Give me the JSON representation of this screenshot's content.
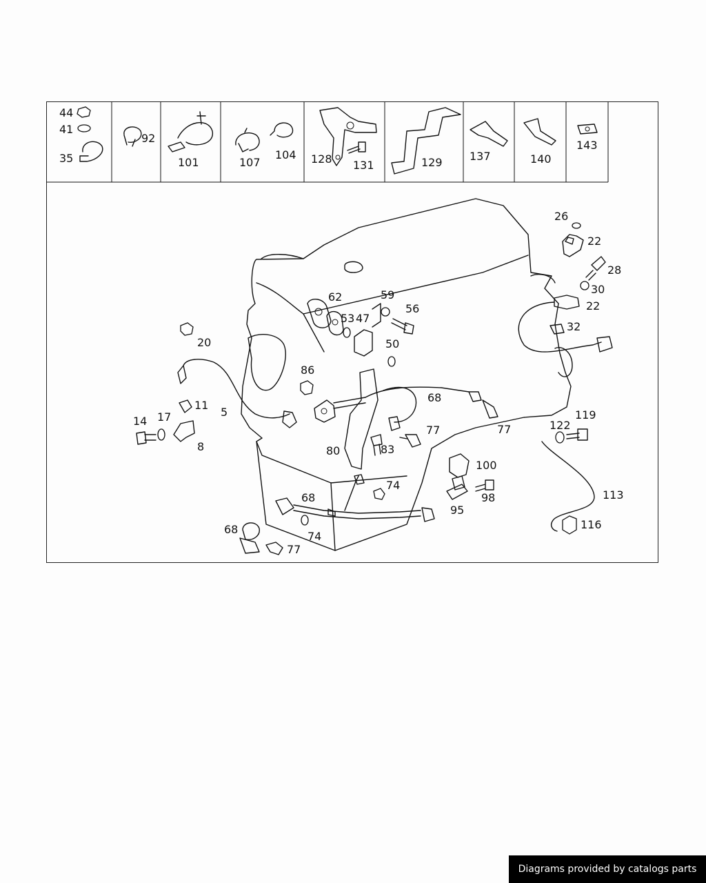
{
  "credit": "Diagrams provided by catalogs parts",
  "header_cells": [
    {
      "labels": [
        "44",
        "41",
        "35"
      ]
    },
    {
      "labels": [
        "92"
      ]
    },
    {
      "labels": [
        "101"
      ]
    },
    {
      "labels": [
        "107",
        "104"
      ]
    },
    {
      "labels": [
        "128",
        "131"
      ]
    },
    {
      "labels": [
        "129"
      ]
    },
    {
      "labels": [
        "137"
      ]
    },
    {
      "labels": [
        "140"
      ]
    },
    {
      "labels": [
        "143"
      ]
    }
  ],
  "callouts": [
    "26",
    "22",
    "28",
    "30",
    "22",
    "32",
    "62",
    "59",
    "56",
    "53",
    "47",
    "50",
    "20",
    "86",
    "11",
    "14",
    "17",
    "5",
    "8",
    "68",
    "77",
    "77",
    "80",
    "83",
    "119",
    "122",
    "100",
    "98",
    "95",
    "74",
    "113",
    "68",
    "74",
    "116",
    "68",
    "77"
  ]
}
